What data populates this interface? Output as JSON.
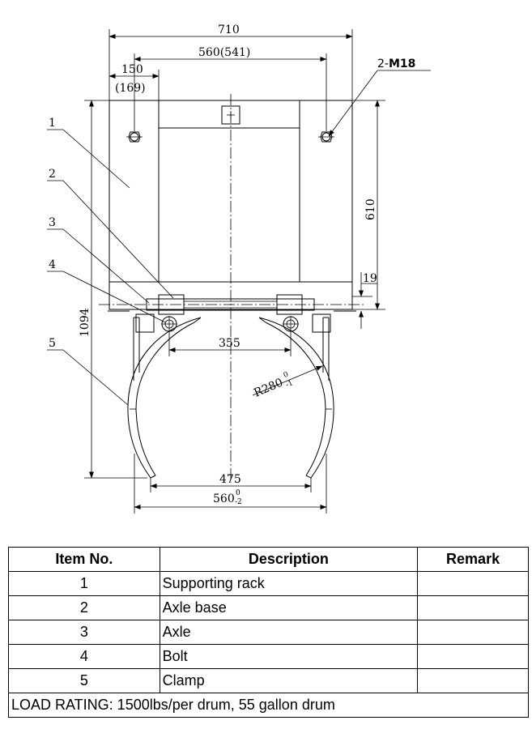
{
  "drawing": {
    "dimensions": {
      "overall_width": "710",
      "hole_spacing": "560(541)",
      "edge_offset": "150",
      "edge_offset_alt": "(169)",
      "bolt_spec_prefix": "2-",
      "bolt_spec": "M18",
      "rack_height": "610",
      "axle_offset": "19",
      "total_height": "1094",
      "clamp_inner": "355",
      "radius": "R280",
      "radius_tol_top": "0",
      "radius_tol_bottom": "-1",
      "clamp_bottom": "475",
      "clamp_outer": "560",
      "clamp_outer_tol_top": "0",
      "clamp_outer_tol_bottom": "-2"
    },
    "callouts": [
      "1",
      "2",
      "3",
      "4",
      "5"
    ]
  },
  "table": {
    "headers": {
      "item": "Item No.",
      "description": "Description",
      "remark": "Remark"
    },
    "rows": [
      {
        "item": "1",
        "description": "Supporting rack",
        "remark": ""
      },
      {
        "item": "2",
        "description": "Axle base",
        "remark": ""
      },
      {
        "item": "3",
        "description": "Axle",
        "remark": ""
      },
      {
        "item": "4",
        "description": "Bolt",
        "remark": ""
      },
      {
        "item": "5",
        "description": "Clamp",
        "remark": ""
      }
    ],
    "load_rating": "LOAD RATING: 1500lbs/per drum, 55 gallon drum"
  }
}
